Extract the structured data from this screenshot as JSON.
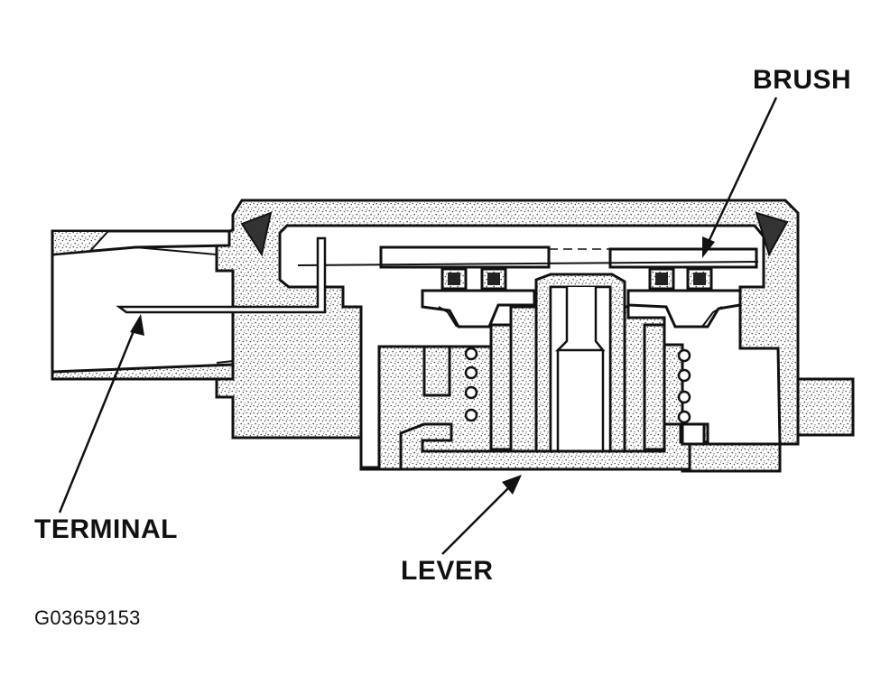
{
  "labels": {
    "brush": "BRUSH",
    "terminal": "TERMINAL",
    "lever": "LEVER"
  },
  "figure_id": "G03659153",
  "colors": {
    "line": "#111111",
    "stipple": "#555555",
    "background": "#ffffff"
  }
}
